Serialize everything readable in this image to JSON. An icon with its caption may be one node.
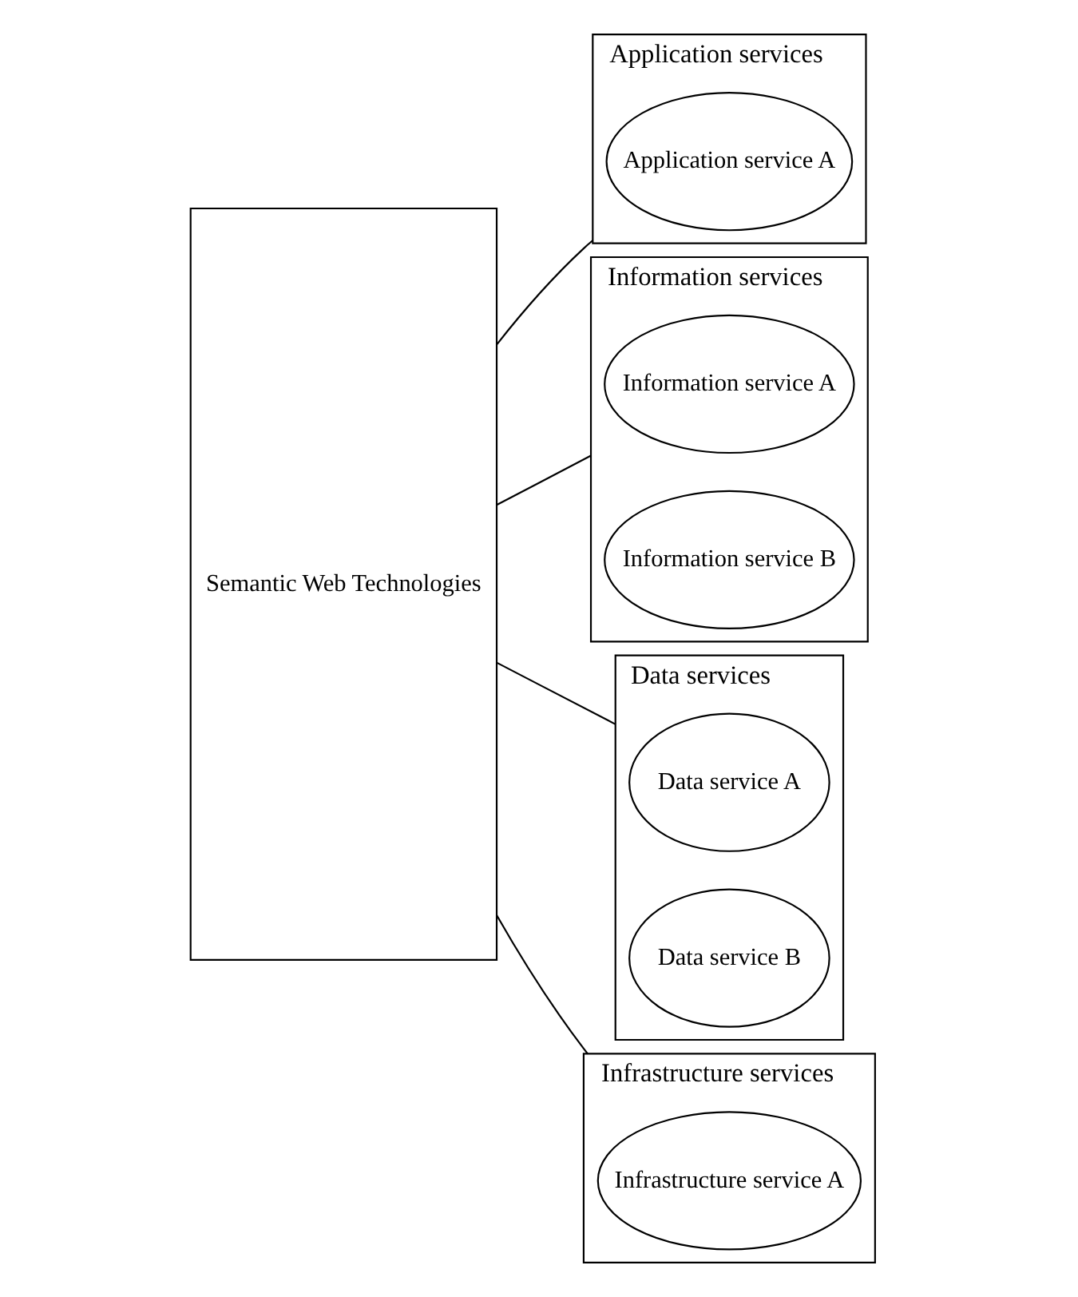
{
  "diagram": {
    "nodes": [
      {
        "text": [
          "Semantic Web Technologies"
        ]
      },
      {
        "text": [
          "Application services"
        ]
      },
      {
        "text": [
          "Application service A"
        ],
        "in": 1
      },
      {
        "text": [
          "Information services"
        ]
      },
      {
        "text": [
          "Information service A"
        ],
        "in": 3
      },
      {
        "text": [
          "Information service B"
        ],
        "in": 3
      },
      {
        "text": [
          "Data services"
        ]
      },
      {
        "text": [
          "Data service A"
        ],
        "in": 6
      },
      {
        "text": [
          "Data service B"
        ],
        "in": 6
      },
      {
        "text": [
          "Infrastructure services"
        ]
      },
      {
        "text": [
          "Infrastructure service A"
        ],
        "in": 9
      }
    ],
    "edges": [
      {
        "from": 0,
        "to": 1,
        "arrow": "none"
      },
      {
        "from": 0,
        "to": 3,
        "arrow": "none"
      },
      {
        "from": 0,
        "to": 6,
        "arrow": "none"
      },
      {
        "from": 0,
        "to": 9,
        "arrow": "none"
      }
    ]
  }
}
